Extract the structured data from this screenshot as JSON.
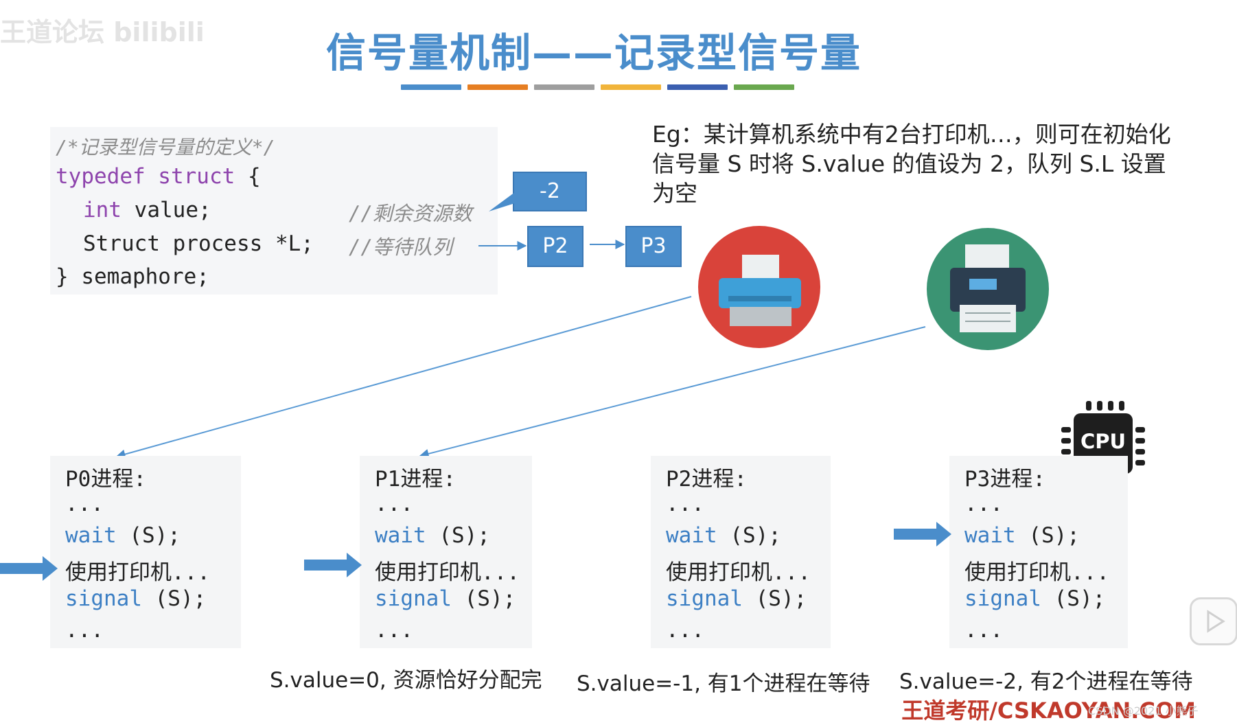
{
  "logo_text": "王道论坛 bilibili",
  "title": "信号量机制——记录型信号量",
  "title_strip_colors": [
    "#4a8dcb",
    "#e67e22",
    "#9e9e9e",
    "#f1b43a",
    "#3b5fb0",
    "#6aa84f"
  ],
  "code": {
    "line1": "/*记录型信号量的定义*/",
    "line2": "typedef struct {",
    "line3a": "int value;",
    "line3_comment": "//剩余资源数",
    "line4a": "Struct process *L;",
    "line4_comment": "//等待队列",
    "line5": "} semaphore;"
  },
  "value_box": "-2",
  "queue": [
    "P2",
    "P3"
  ],
  "example_text": "Eg：某计算机系统中有2台打印机…，则可在初始化信号量 S 时将 S.value 的值设为 2，队列 S.L 设置为空",
  "cpu_label": "CPU",
  "processes": [
    {
      "title": "P0进程:",
      "l1": "...",
      "wait_kw": "wait",
      "wait_arg": " (S);",
      "use": "使用打印机...",
      "signal_kw": "signal",
      "signal_arg": " (S);",
      "l5": "..."
    },
    {
      "title": "P1进程:",
      "l1": "...",
      "wait_kw": "wait",
      "wait_arg": " (S);",
      "use": "使用打印机...",
      "signal_kw": "signal",
      "signal_arg": " (S);",
      "l5": "..."
    },
    {
      "title": "P2进程:",
      "l1": "...",
      "wait_kw": "wait",
      "wait_arg": " (S);",
      "use": "使用打印机...",
      "signal_kw": "signal",
      "signal_arg": " (S);",
      "l5": "..."
    },
    {
      "title": "P3进程:",
      "l1": "...",
      "wait_kw": "wait",
      "wait_arg": " (S);",
      "use": "使用打印机...",
      "signal_kw": "signal",
      "signal_arg": " (S);",
      "l5": "..."
    }
  ],
  "status": [
    "S.value=0, 资源恰好分配完",
    "S.value=-1, 有1个进程在等待",
    "S.value=-2, 有2个进程在等待"
  ],
  "footer": "王道考研/CSKAOYAN.COM",
  "csdn": "CSDN @2021 小熊子"
}
